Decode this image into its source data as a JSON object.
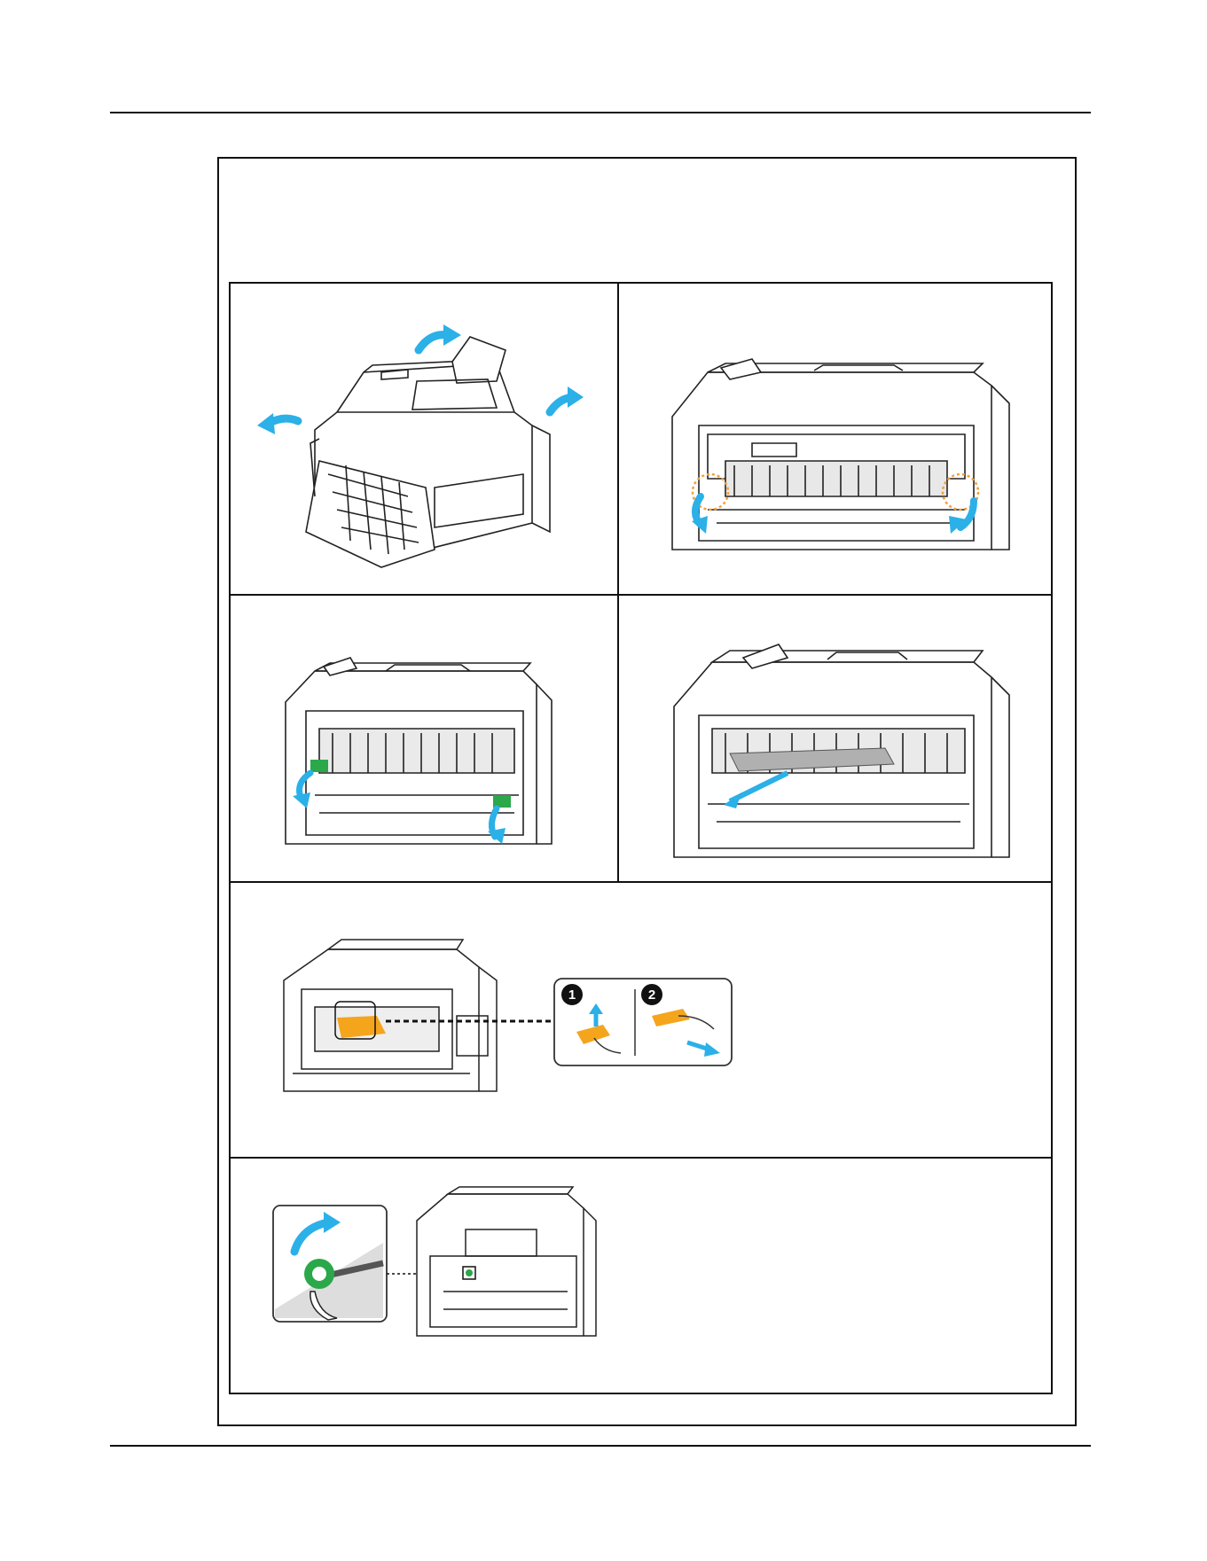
{
  "page": {
    "header_rule": true,
    "footer_rule": true
  },
  "steps": [
    {
      "id": "open-rear-cover",
      "icon": "printer-rear-open-illustration"
    },
    {
      "id": "release-fuser-levers",
      "icon": "fuser-levers-down-illustration"
    },
    {
      "id": "pull-green-tabs",
      "icon": "green-tabs-illustration"
    },
    {
      "id": "pull-jammed-paper",
      "icon": "jammed-paper-removal-illustration"
    },
    {
      "id": "remove-cartridge-handle",
      "icon": "cartridge-handle-illustration",
      "callout_numbers": [
        "1",
        "2"
      ]
    },
    {
      "id": "turn-green-knob",
      "icon": "green-knob-illustration"
    }
  ],
  "colors": {
    "arrow": "#2bb0e8",
    "cartridge": "#f4a51c",
    "green_part": "#2aa84a",
    "lever_highlight": "#f0a040",
    "line": "#111111"
  }
}
